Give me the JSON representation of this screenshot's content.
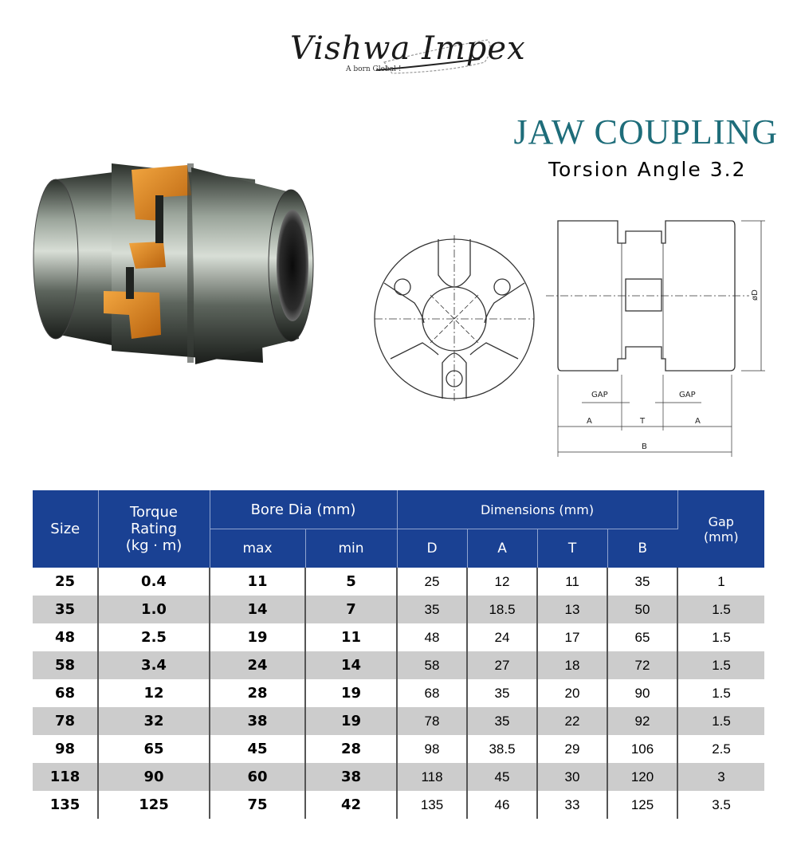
{
  "brand": {
    "name": "Vishwa Impex",
    "tagline": "A born Global !"
  },
  "product": {
    "title": "JAW COUPLING",
    "subtitle": "Torsion Angle 3.2"
  },
  "drawing_labels": {
    "gap_left": "GAP",
    "gap_right": "GAP",
    "a_left": "A",
    "t": "T",
    "a_right": "A",
    "b": "B",
    "diameter": "øD"
  },
  "table": {
    "headers": {
      "size": "Size",
      "torque_line1": "Torque",
      "torque_line2": "Rating",
      "torque_line3": "(kg · m)",
      "bore": "Bore Dia (mm)",
      "bore_max": "max",
      "bore_min": "min",
      "dimensions": "Dimensions (mm)",
      "dim_d": "D",
      "dim_a": "A",
      "dim_t": "T",
      "dim_b": "B",
      "gap_line1": "Gap",
      "gap_line2": "(mm)"
    },
    "rows": [
      [
        "25",
        "0.4",
        "11",
        "5",
        "25",
        "12",
        "11",
        "35",
        "1"
      ],
      [
        "35",
        "1.0",
        "14",
        "7",
        "35",
        "18.5",
        "13",
        "50",
        "1.5"
      ],
      [
        "48",
        "2.5",
        "19",
        "11",
        "48",
        "24",
        "17",
        "65",
        "1.5"
      ],
      [
        "58",
        "3.4",
        "24",
        "14",
        "58",
        "27",
        "18",
        "72",
        "1.5"
      ],
      [
        "68",
        "12",
        "28",
        "19",
        "68",
        "35",
        "20",
        "90",
        "1.5"
      ],
      [
        "78",
        "32",
        "38",
        "19",
        "78",
        "35",
        "22",
        "92",
        "1.5"
      ],
      [
        "98",
        "65",
        "45",
        "28",
        "98",
        "38.5",
        "29",
        "106",
        "2.5"
      ],
      [
        "118",
        "90",
        "60",
        "38",
        "118",
        "45",
        "30",
        "120",
        "3"
      ],
      [
        "135",
        "125",
        "75",
        "42",
        "135",
        "46",
        "33",
        "125",
        "3.5"
      ]
    ]
  },
  "colors": {
    "title": "#1e6d7a",
    "table_header": "#1a4193",
    "row_shade": "#cccccc",
    "spider_orange": "#e08a1e"
  }
}
